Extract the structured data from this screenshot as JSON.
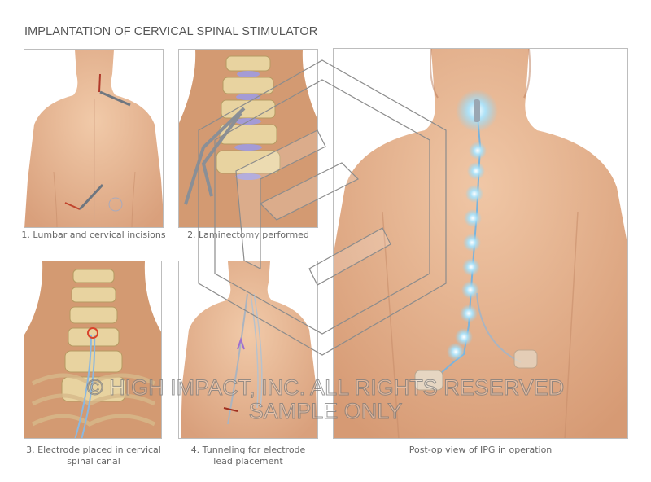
{
  "title": "IMPLANTATION OF CERVICAL SPINAL STIMULATOR",
  "panels": [
    {
      "id": 1,
      "caption": "1. Lumbar and cervical incisions",
      "subject": "posterior torso with scalpels at cervical and lumbar incisions"
    },
    {
      "id": 2,
      "caption": "2. Laminectomy performed",
      "subject": "cervical vertebrae with rongeur instrument"
    },
    {
      "id": 3,
      "caption_line1": "3. Electrode placed in cervical",
      "caption_line2": "spinal canal",
      "subject": "cervical spine with electrode lead"
    },
    {
      "id": 4,
      "caption_line1": "4. Tunneling for electrode",
      "caption_line2": "lead placement",
      "subject": "back with tunneling tool and leads"
    },
    {
      "id": 5,
      "caption": "Post-op view of IPG in operation",
      "subject": "back with glowing electrode lead and implanted pulse generator"
    }
  ],
  "watermark": {
    "line1": "© HIGH IMPACT, INC. ALL RIGHTS RESERVED",
    "line2": "SAMPLE ONLY"
  },
  "colors": {
    "skin": "#e8b795",
    "skin_dark": "#c98d68",
    "bone": "#e8d3a0",
    "disc": "#9f95d4",
    "glow": "#8fd3f2",
    "lead": "#6fa8d6",
    "border": "#bdbdbd",
    "caption": "#666666"
  }
}
